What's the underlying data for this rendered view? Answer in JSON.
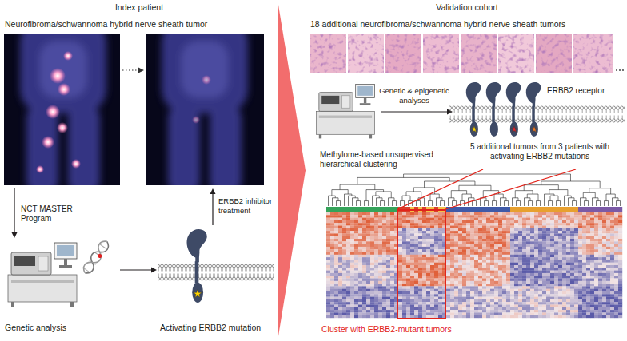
{
  "diagram": {
    "nodes": [
      {
        "text": [
          "Index patient"
        ]
      },
      {
        "text": [
          "Neurofibroma/schwannoma hybrid nerve sheath tumor"
        ],
        "in": 0
      },
      {
        "text": [
          "Genetic analysis"
        ],
        "in": 0
      },
      {
        "text": [
          "Activating ERBB2 mutation"
        ],
        "in": 0
      },
      {
        "text": [
          "Validation cohort"
        ]
      },
      {
        "text": [
          "18 additional neurofibroma/schwannoma hybrid nerve sheath tumors"
        ],
        "in": 4
      },
      {
        "text": [
          "ERBB2 receptor",
          "5 additional tumors from 3 patients with activating ERBB2 mutations"
        ],
        "in": 4
      },
      {
        "text": [
          "Methylome-based unsupervised hierarchical clustering"
        ],
        "in": 4
      },
      {
        "text": [
          "Cluster with ERBB2-mutant tumors"
        ],
        "in": 7
      }
    ],
    "edges": [
      {
        "from": 1,
        "to": 2,
        "arrow": "to",
        "label": "NCT MASTER Program"
      },
      {
        "from": 2,
        "to": 3,
        "arrow": "to"
      },
      {
        "from": 3,
        "to": 1,
        "arrow": "to",
        "label": "ERBB2 inhibitor treatment"
      },
      {
        "from": 6,
        "to": 8,
        "arrow": "none"
      },
      {
        "from": 6,
        "to": 8,
        "arrow": "none"
      },
      {
        "from": 0,
        "to": 4,
        "arrow": "to"
      }
    ],
    "labels": [
      "Genetic & epigenetic analyses"
    ]
  }
}
